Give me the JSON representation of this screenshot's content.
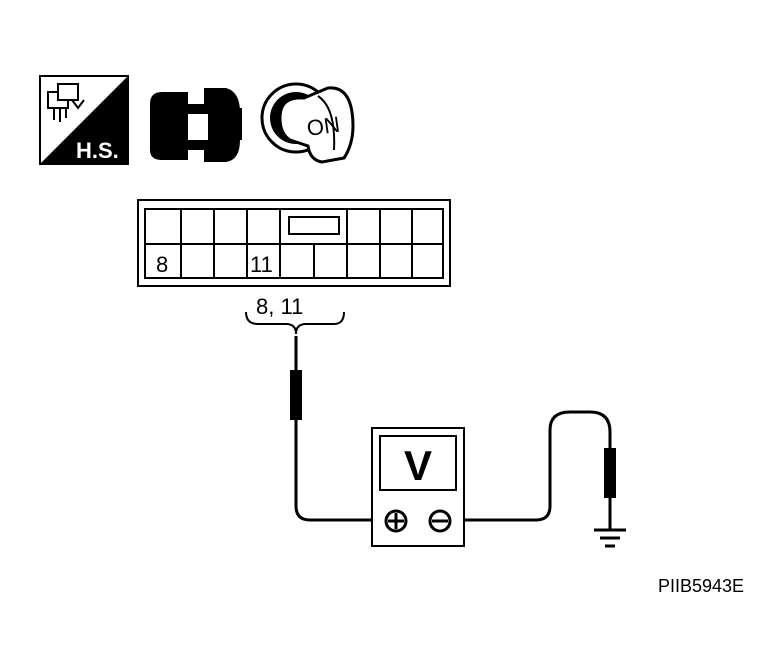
{
  "icons": {
    "hs": {
      "text": "H.S.",
      "icon": "harness-connector-hs-icon"
    },
    "connector": {
      "icon": "connector-disconnect-icon"
    },
    "ignition": {
      "text": "ON",
      "icon": "ignition-key-on-icon"
    }
  },
  "connector": {
    "terminal_a": "8",
    "terminal_b": "11",
    "probe_label": "8, 11"
  },
  "voltmeter": {
    "display": "V",
    "positive_icon": "plus-terminal-icon",
    "negative_icon": "minus-terminal-icon"
  },
  "ground": {
    "icon": "ground-symbol-icon"
  },
  "figure_id": "PIIB5943E"
}
